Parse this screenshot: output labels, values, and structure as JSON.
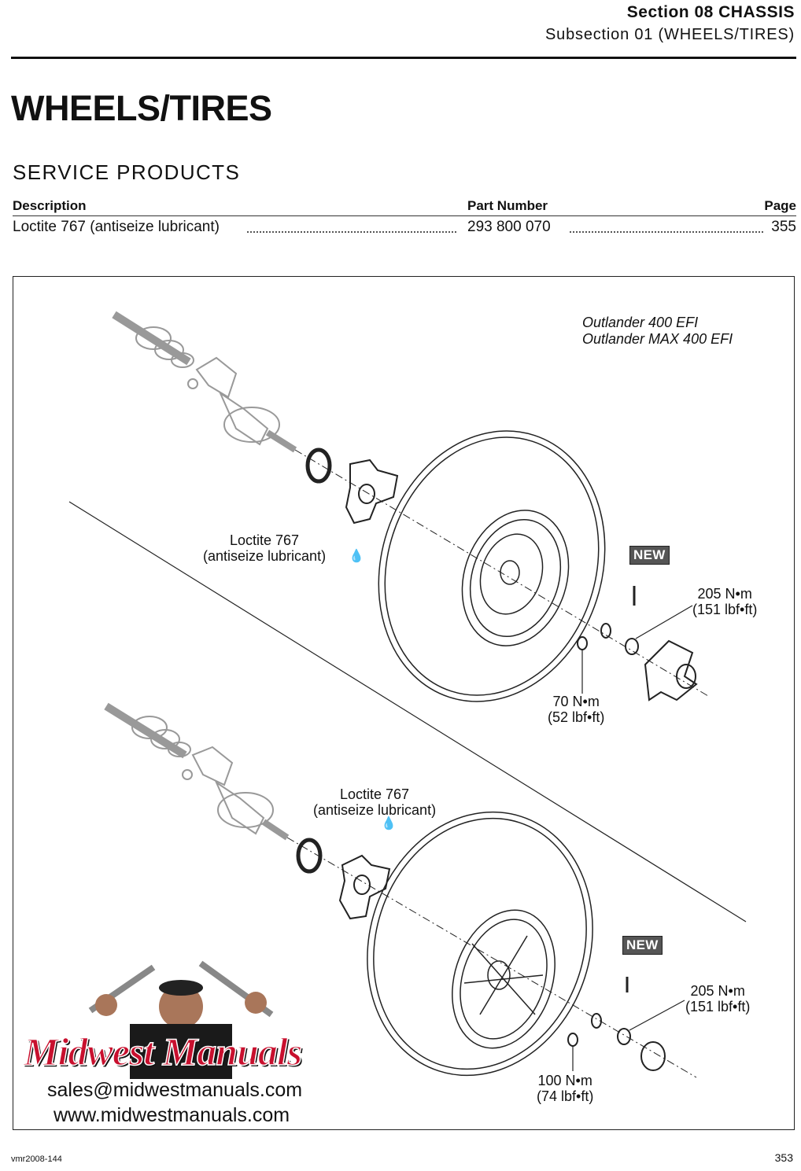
{
  "header": {
    "section": "Section 08 CHASSIS",
    "subsection": "Subsection 01 (WHEELS/TIRES)"
  },
  "page_title": "WHEELS/TIRES",
  "service_products": {
    "heading": "SERVICE PRODUCTS",
    "columns": [
      "Description",
      "Part Number",
      "Page"
    ],
    "rows": [
      {
        "description": "Loctite 767 (antiseize lubricant)",
        "part_number": "293 800 070",
        "page": "355"
      }
    ]
  },
  "diagram": {
    "models": [
      "Outlander 400 EFI",
      "Outlander MAX 400 EFI"
    ],
    "top": {
      "lube_label_1": "Loctite 767",
      "lube_label_2": "(antiseize lubricant)",
      "new_badge": "NEW",
      "axle_nut_torque_1": "205 N•m",
      "axle_nut_torque_2": "(151 lbf•ft)",
      "wheel_nut_torque_1": "70 N•m",
      "wheel_nut_torque_2": "(52 lbf•ft)"
    },
    "bottom": {
      "lube_label_1": "Loctite 767",
      "lube_label_2": "(antiseize lubricant)",
      "new_badge": "NEW",
      "axle_nut_torque_1": "205 N•m",
      "axle_nut_torque_2": "(151 lbf•ft)",
      "wheel_nut_torque_1": "100 N•m",
      "wheel_nut_torque_2": "(74 lbf•ft)"
    }
  },
  "watermark": {
    "brand": "Midwest Manuals",
    "email": "sales@midwestmanuals.com",
    "website": "www.midwestmanuals.com",
    "brand_color": "#c8102e"
  },
  "footer": {
    "code": "vmr2008-144",
    "page_number": "353"
  }
}
